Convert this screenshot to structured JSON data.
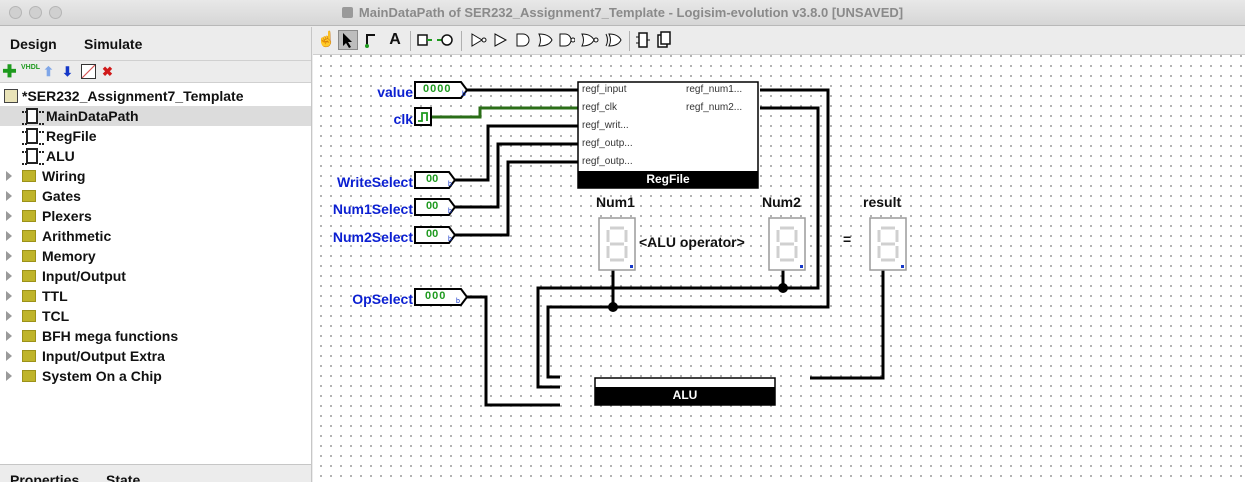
{
  "window": {
    "title": "MainDataPath of SER232_Assignment7_Template - Logisim-evolution v3.8.0 [UNSAVED]"
  },
  "tabs": {
    "design": "Design",
    "simulate": "Simulate"
  },
  "left_toolbar": {
    "icons": [
      "add-circuit-icon",
      "add-vhdl-icon",
      "move-up-icon",
      "move-down-icon",
      "edit-appearance-icon",
      "delete-icon"
    ],
    "vhdl_text": "VHDL"
  },
  "tree": {
    "project": "*SER232_Assignment7_Template",
    "circuits": [
      "MainDataPath",
      "RegFile",
      "ALU"
    ],
    "libraries": [
      "Wiring",
      "Gates",
      "Plexers",
      "Arithmetic",
      "Memory",
      "Input/Output",
      "TTL",
      "TCL",
      "BFH mega functions",
      "Input/Output Extra",
      "System On a Chip"
    ]
  },
  "bottom_tabs": {
    "properties": "Properties",
    "state": "State"
  },
  "main_toolbar": {
    "text_tool": "A",
    "tools": [
      "poke-tool-icon",
      "select-tool-icon",
      "wiring-tool-icon",
      "text-tool-icon",
      "input-pin-icon",
      "output-pin-icon",
      "not-gate-icon",
      "buffer-icon",
      "and-gate-icon",
      "or-gate-icon",
      "nand-gate-icon",
      "nor-gate-icon",
      "xor-gate-icon",
      "xnor-gate-icon",
      "odd-parity-icon",
      "even-parity-icon"
    ]
  },
  "circuit": {
    "pins": {
      "value": {
        "label": "value",
        "display": "0000",
        "radix": "b"
      },
      "clk": {
        "label": "clk"
      },
      "write_select": {
        "label": "WriteSelect",
        "display": "00",
        "radix": "b"
      },
      "num1_select": {
        "label": "Num1Select",
        "display": "00",
        "radix": "b"
      },
      "num2_select": {
        "label": "Num2Select",
        "display": "00",
        "radix": "b"
      },
      "op_select": {
        "label": "OpSelect",
        "display": "000",
        "radix": "b"
      }
    },
    "regfile": {
      "name": "RegFile",
      "inputs": [
        "regf_input",
        "regf_clk",
        "regf_writ...",
        "regf_outp...",
        "regf_outp..."
      ],
      "outputs": [
        "regf_num1...",
        "regf_num2..."
      ]
    },
    "alu": {
      "name": "ALU"
    },
    "labels": {
      "num1": "Num1",
      "num2": "Num2",
      "result": "result",
      "operator": "<ALU operator>",
      "equals": "="
    },
    "colors": {
      "wire": "#000000",
      "wire_active": "#2a6e17",
      "pin_label": "#0b1fd1",
      "pin_value": "#1f9a1f"
    }
  }
}
